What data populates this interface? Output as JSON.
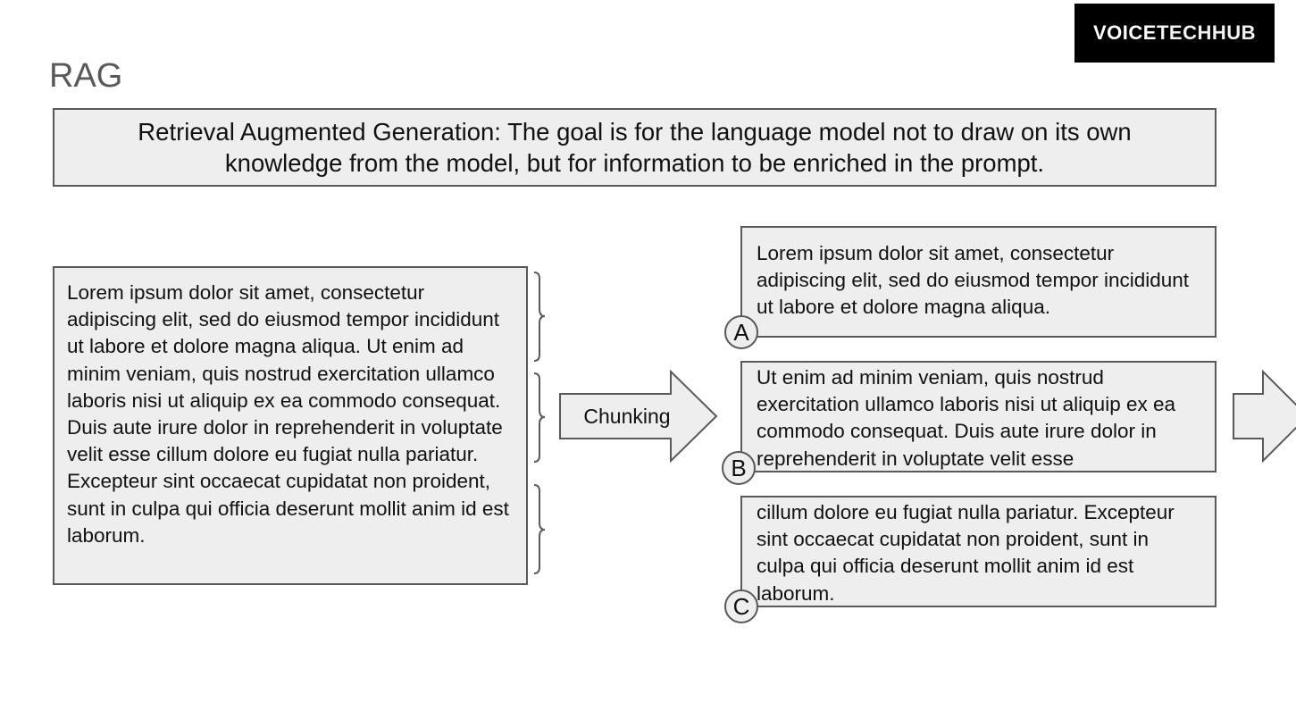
{
  "logo": {
    "bold": "VOICE",
    "rest": "TECHHUB"
  },
  "slide_title": "RAG",
  "banner_text": "Retrieval Augmented Generation: The goal is for the language model not to draw on its own knowledge from the model, but for information to be enriched in the prompt.",
  "source_text": "Lorem ipsum dolor sit amet, consectetur adipiscing elit, sed do eiusmod tempor incididunt ut labore et dolore magna aliqua. Ut enim ad minim veniam, quis nostrud exercitation ullamco laboris nisi ut aliquip ex ea commodo consequat. Duis aute irure dolor in reprehenderit in voluptate velit esse cillum dolore eu fugiat nulla pariatur. Excepteur sint occaecat cupidatat non proident, sunt in culpa qui officia deserunt mollit anim id est laborum.",
  "arrow_label": "Chunking",
  "chunks": [
    {
      "label": "A",
      "text": "Lorem ipsum dolor sit amet, consectetur adipiscing elit, sed do eiusmod tempor incididunt ut labore et dolore magna aliqua."
    },
    {
      "label": "B",
      "text": "Ut enim ad minim veniam, quis nostrud exercitation ullamco laboris nisi ut aliquip ex ea commodo consequat. Duis aute irure dolor in reprehenderit in voluptate velit esse"
    },
    {
      "label": "C",
      "text": "cillum dolore eu fugiat nulla pariatur. Excepteur sint occaecat cupidatat non proident, sunt in culpa qui officia deserunt mollit anim id est laborum."
    }
  ],
  "colors": {
    "box_fill": "#eeeeee",
    "stroke": "#595959",
    "logo_bg": "#000000"
  }
}
